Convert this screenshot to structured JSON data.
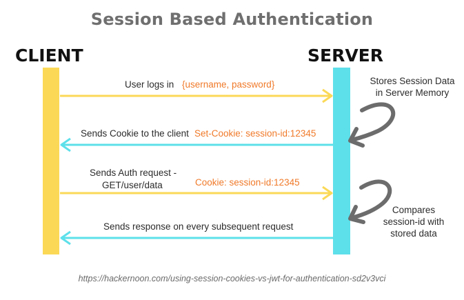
{
  "title": "Session Based Authentication",
  "client": {
    "label": "CLIENT",
    "color": "#fbd957"
  },
  "server": {
    "label": "SERVER",
    "color": "#5de0ea"
  },
  "accent_text_color": "#f07a2a",
  "messages": [
    {
      "text": "User logs in",
      "payload": "{username, password}",
      "direction": "client-to-server"
    },
    {
      "text": "Sends Cookie to the client",
      "payload": "Set-Cookie: session-id:12345",
      "direction": "server-to-client"
    },
    {
      "text_lines": [
        "Sends Auth request -",
        "GET/user/data"
      ],
      "payload": "Cookie: session-id:12345",
      "direction": "client-to-server"
    },
    {
      "text": "Sends response on every subsequent request",
      "payload": "",
      "direction": "server-to-client"
    }
  ],
  "server_notes": [
    {
      "lines": [
        "Stores Session Data",
        "in Server Memory"
      ]
    },
    {
      "lines": [
        "Compares",
        "session-id with",
        "stored data"
      ]
    }
  ],
  "source_url": "https://hackernoon.com/using-session-cookies-vs-jwt-for-authentication-sd2v3vci"
}
